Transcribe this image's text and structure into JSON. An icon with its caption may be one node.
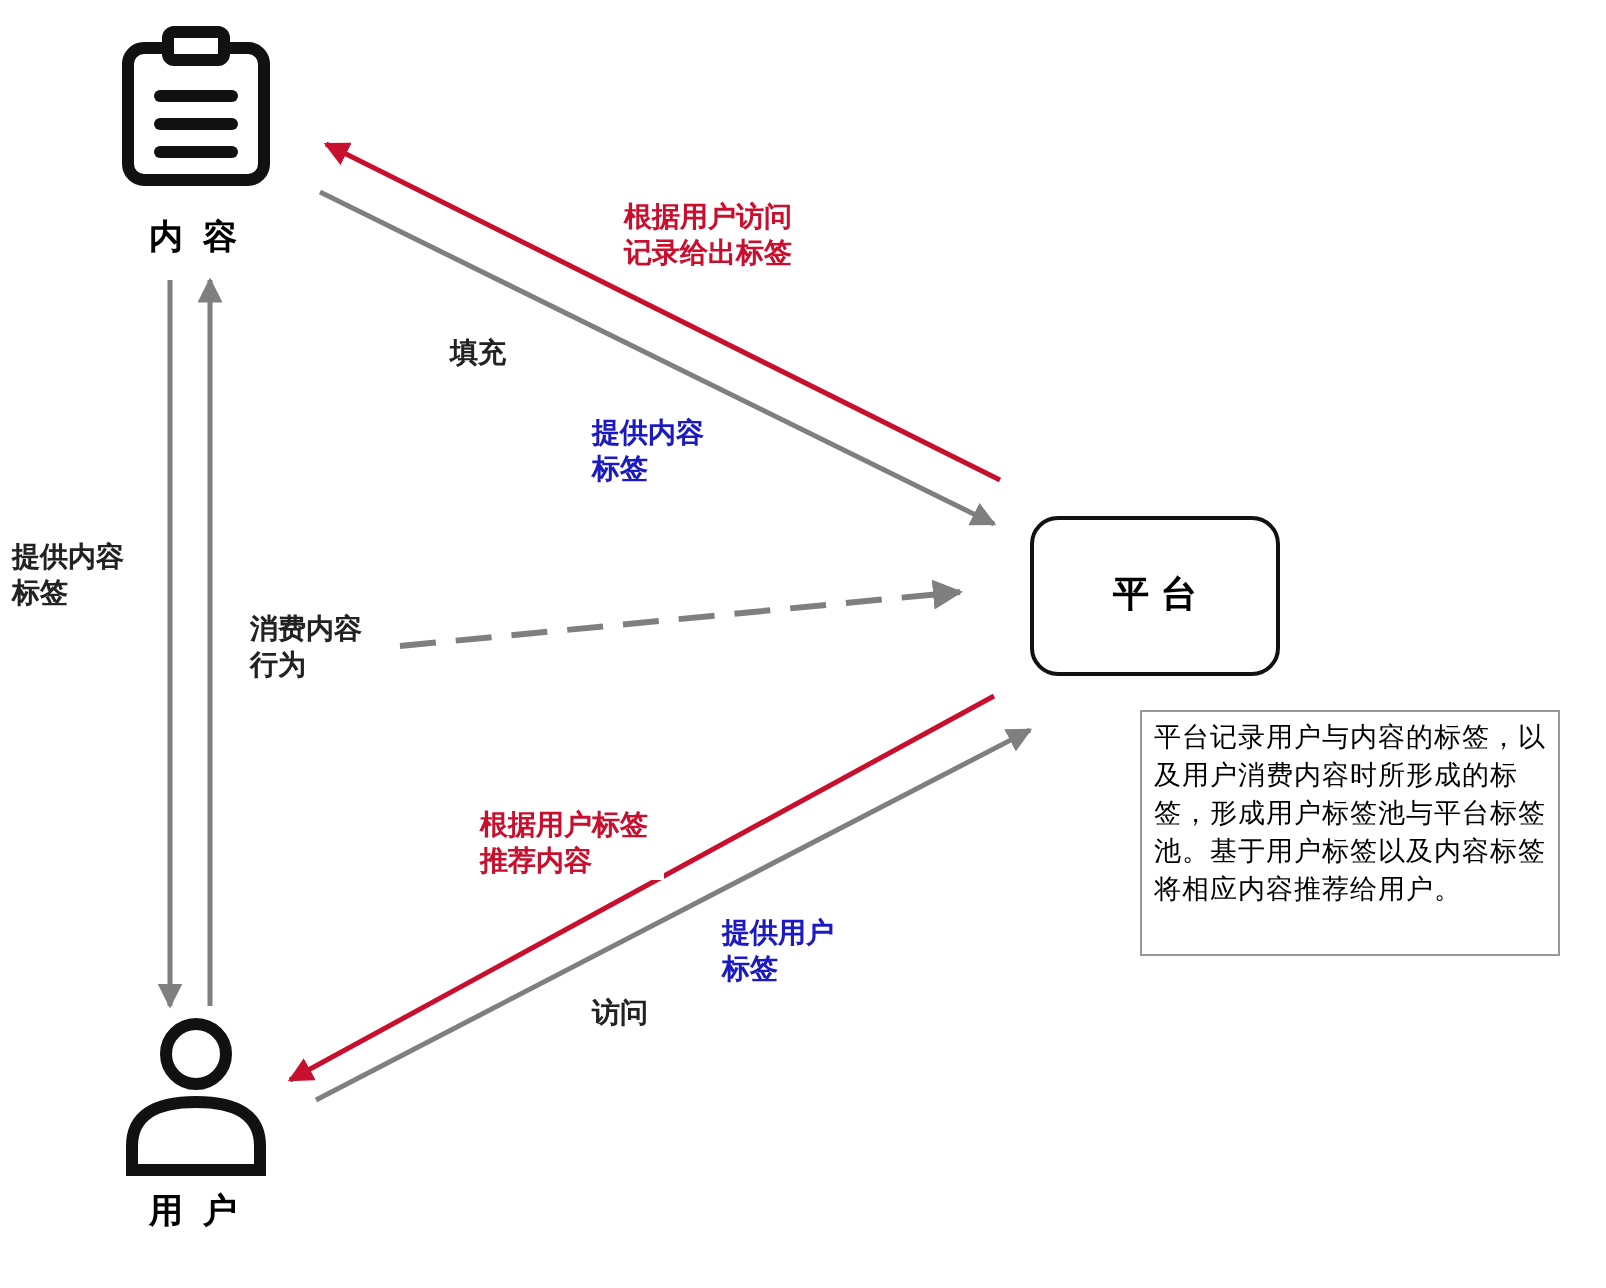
{
  "diagram": {
    "nodes": [
      {
        "text": [
          "内 容"
        ]
      },
      {
        "text": [
          "平 台"
        ]
      },
      {
        "text": [
          "用 户"
        ]
      },
      {
        "text": [
          "平台记录用户与内容的标签，以及用户消费内容时所形成的标签，形成用户标签池与平台标签池。基于用户标签以及内容标签将相应内容推荐给用户。"
        ]
      },
      {
        "text": [
          "消费内容行为"
        ]
      }
    ],
    "edges": [
      {
        "from": 1,
        "to": 0,
        "arrow": "to",
        "label": "根据用户访问记录给出标签",
        "color": "#c8102e"
      },
      {
        "from": 0,
        "to": 1,
        "arrow": "to",
        "label": "填充"
      },
      {
        "from": 4,
        "to": 1,
        "arrow": "to",
        "style": "dashed"
      },
      {
        "from": 1,
        "to": 2,
        "arrow": "to",
        "label": "根据用户标签推荐内容",
        "color": "#c8102e"
      },
      {
        "from": 2,
        "to": 1,
        "arrow": "to",
        "label": "访问"
      },
      {
        "from": 0,
        "to": 2,
        "arrow": "to"
      },
      {
        "from": 2,
        "to": 0,
        "arrow": "to"
      }
    ],
    "labels": [
      "提供内容标签",
      "提供内容标签",
      "提供用户标签"
    ]
  }
}
